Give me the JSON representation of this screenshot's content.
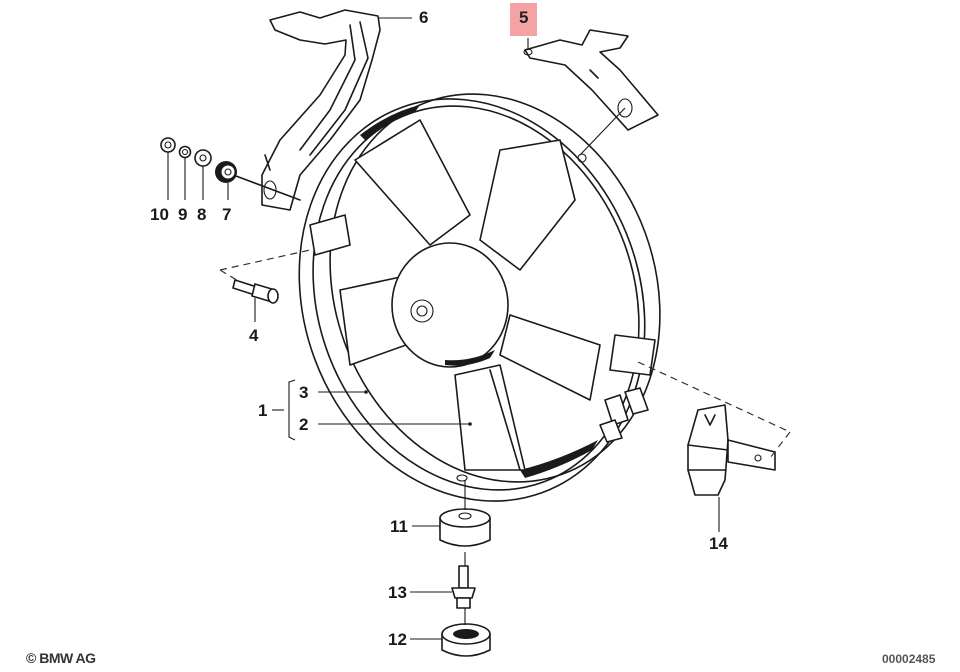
{
  "diagram": {
    "title": "Electric auxiliary fan exploded view",
    "highlight_color": "#f4a3a3",
    "callouts": [
      {
        "id": "1",
        "label": "1"
      },
      {
        "id": "2",
        "label": "2"
      },
      {
        "id": "3",
        "label": "3"
      },
      {
        "id": "4",
        "label": "4"
      },
      {
        "id": "5",
        "label": "5",
        "highlighted": true
      },
      {
        "id": "6",
        "label": "6"
      },
      {
        "id": "7",
        "label": "7"
      },
      {
        "id": "8",
        "label": "8"
      },
      {
        "id": "9",
        "label": "9"
      },
      {
        "id": "10",
        "label": "10"
      },
      {
        "id": "11",
        "label": "11"
      },
      {
        "id": "12",
        "label": "12"
      },
      {
        "id": "13",
        "label": "13"
      },
      {
        "id": "14",
        "label": "14"
      }
    ]
  },
  "footer": {
    "copyright": "© BMW AG",
    "diagram_number": "00002485"
  }
}
